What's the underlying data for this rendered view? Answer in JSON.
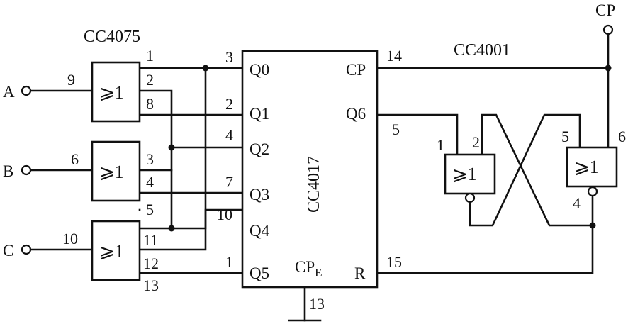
{
  "inputs": {
    "a": "A",
    "b": "B",
    "c": "C"
  },
  "clock_terminal": "CP",
  "chips": {
    "or_gates": "CC4075",
    "counter": "CC4017",
    "nor_gates": "CC4001"
  },
  "gate_symbol": "⩾1",
  "counter_pins": {
    "q0": "Q0",
    "q1": "Q1",
    "q2": "Q2",
    "q3": "Q3",
    "q4": "Q4",
    "q5": "Q5",
    "q6": "Q6",
    "cp": "CP",
    "r": "R",
    "cpe_main": "CP",
    "cpe_sub": "E"
  },
  "pin_numbers": {
    "or1_in": "9",
    "or1_out": "1",
    "or1_in2": "2",
    "or1_in3": "8",
    "or2_in": "6",
    "or2_in2": "3",
    "or2_in3": "4",
    "or2_out": "5",
    "or3_in": "10",
    "or3_in2": "11",
    "or3_in3": "12",
    "or3_out": "13",
    "q0": "3",
    "q1": "2",
    "q2": "4",
    "q3": "7",
    "q4": "10",
    "q5": "1",
    "cp": "14",
    "q6": "5",
    "r": "15",
    "cpe": "13",
    "nor1_in1": "1",
    "nor1_in2": "2",
    "nor2_in5": "5",
    "nor2_out": "6",
    "nor2_out4": "4"
  }
}
